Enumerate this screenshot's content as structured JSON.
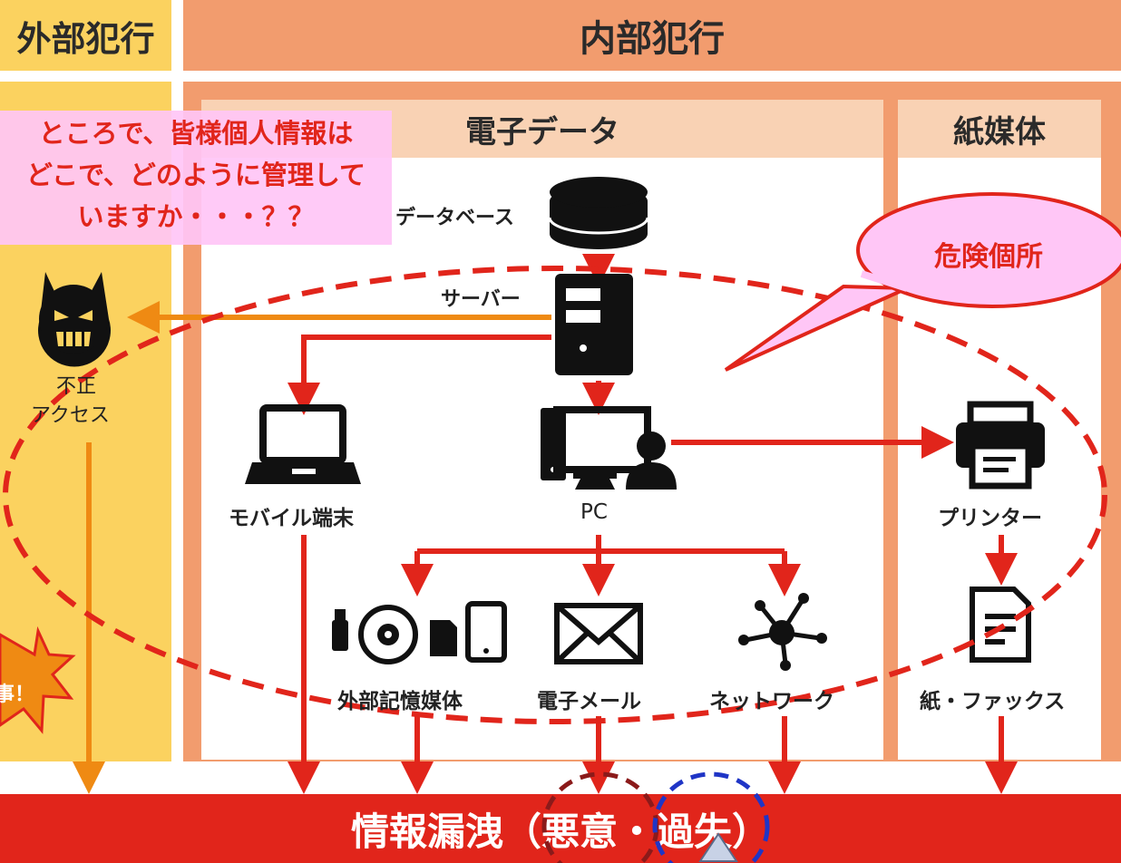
{
  "headers": {
    "external": "外部犯行",
    "internal": "内部犯行",
    "electronic": "電子データ",
    "paper": "紙媒体"
  },
  "nodes": {
    "database": "データベース",
    "server": "サーバー",
    "unauthorized_access": [
      "不正",
      "アクセス"
    ],
    "mobile": "モバイル端末",
    "pc": "PC",
    "printer": "プリンター",
    "external_storage": "外部記憶媒体",
    "email": "電子メール",
    "network": "ネットワーク",
    "paper_fax": "紙・ファックス"
  },
  "callouts": {
    "question_lines": [
      "ところで、皆様個人情報は",
      "どこで、どのように管理して",
      "いますか・・・？？"
    ],
    "danger": "危険個所",
    "burst": "事！"
  },
  "bottom": {
    "main": "情報漏洩",
    "malice": "悪意",
    "negligence": "過失"
  },
  "colors": {
    "red": "#e1251b",
    "orange_panel": "#f29c6e",
    "yellow_panel": "#fbd25f",
    "header_light": "#f9d2b4",
    "pink_callout": "#ffc6f6",
    "arrow_orange": "#ef8a13",
    "text_red": "#e1251b"
  }
}
